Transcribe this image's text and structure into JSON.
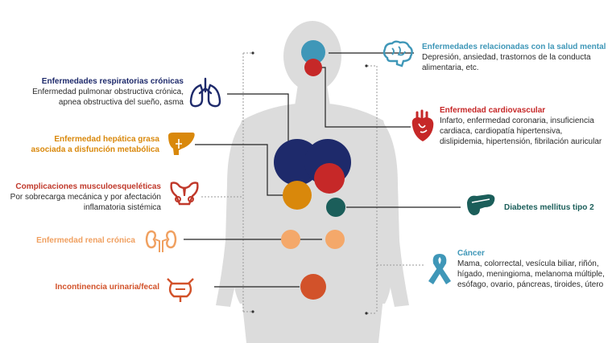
{
  "colors": {
    "respiratory": "#1e2a6b",
    "liver": "#d9880b",
    "musculo": "#c0392b",
    "renal": "#f0a060",
    "incontinence": "#d2522a",
    "mental": "#3f97b8",
    "cardio": "#c62828",
    "diabetes": "#1b5e5a",
    "cancer": "#3f97b8",
    "body": "#d9d9d9"
  },
  "left": {
    "respiratory": {
      "title": "Enfermedades respiratorias crónicas",
      "desc1": "Enfermedad pulmonar obstructiva crónica,",
      "desc2": "apnea obstructiva del sueño, asma",
      "icon": "lungs-icon"
    },
    "liver": {
      "title1": "Enfermedad hepática grasa",
      "title2": "asociada a disfunción metabólica",
      "icon": "liver-icon"
    },
    "musculo": {
      "title": "Complicaciones musculoesqueléticas",
      "desc1": "Por sobrecarga mecánica y por afectación",
      "desc2": "inflamatoria sistémica",
      "icon": "pelvis-icon"
    },
    "renal": {
      "title": "Enfermedad renal crónica",
      "icon": "kidneys-icon"
    },
    "incontinence": {
      "title": "Incontinencia urinaria/fecal",
      "icon": "bladder-icon"
    }
  },
  "right": {
    "mental": {
      "title": "Enfermedades relacionadas con la salud mental",
      "desc1": "Depresión, ansiedad, trastornos de la conducta",
      "desc2": "alimentaria, etc.",
      "icon": "brain-icon"
    },
    "cardio": {
      "title": "Enfermedad cardiovascular",
      "desc1": "Infarto, enfermedad coronaria, insuficiencia",
      "desc2": "cardiaca, cardiopatía hipertensiva,",
      "desc3": "dislipidemia, hipertensión, fibrilación auricular",
      "icon": "heart-icon"
    },
    "diabetes": {
      "title": "Diabetes mellitus tipo 2",
      "icon": "pancreas-icon"
    },
    "cancer": {
      "title": "Cáncer",
      "desc1": "Mama, colorrectal, vesícula biliar, riñón,",
      "desc2": "hígado, meningioma, melanoma múltiple,",
      "desc3": "esófago, ovario, páncreas, tiroides, útero",
      "icon": "ribbon-icon"
    }
  }
}
